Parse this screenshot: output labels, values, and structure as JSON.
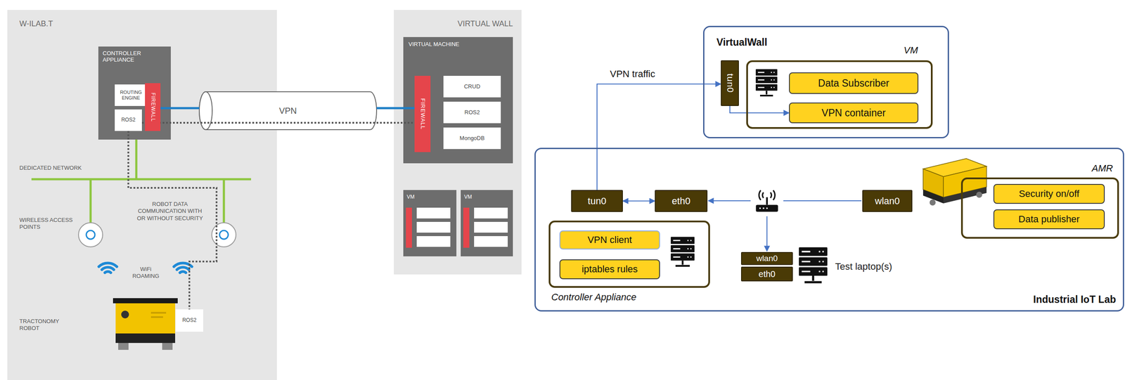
{
  "diagram": {
    "nodes": [
      {
        "text": [
          "W-ILAB.T"
        ]
      },
      {
        "text": [
          "CONTROLLER APPLIANCE"
        ],
        "in": 0
      },
      {
        "text": [
          "ROUTING ENGINE"
        ],
        "in": 1
      },
      {
        "text": [
          "ROS2"
        ],
        "in": 1
      },
      {
        "text": [
          "FIREWALL"
        ],
        "in": 1
      },
      {
        "text": [
          "ROS2"
        ],
        "in": 0
      },
      {
        "text": [
          "VPN"
        ]
      },
      {
        "text": [
          "VIRTUAL WALL"
        ]
      },
      {
        "text": [
          "VIRTUAL MACHINE"
        ],
        "in": 7
      },
      {
        "text": [
          "FIREWALL"
        ],
        "in": 8
      },
      {
        "text": [
          "CRUD"
        ],
        "in": 8
      },
      {
        "text": [
          "ROS2"
        ],
        "in": 8
      },
      {
        "text": [
          "MongoDB"
        ],
        "in": 8
      },
      {
        "text": [
          "VM"
        ],
        "in": 7
      },
      {
        "text": [
          "VM"
        ],
        "in": 7
      },
      {
        "text": [
          "VirtualWall"
        ]
      },
      {
        "text": [
          "VM"
        ],
        "in": 15
      },
      {
        "text": [
          "tun0"
        ],
        "in": 15
      },
      {
        "text": [
          "Data Subscriber"
        ],
        "in": 16
      },
      {
        "text": [
          "VPN container"
        ],
        "in": 16
      },
      {
        "text": [
          "Industrial IoT Lab"
        ]
      },
      {
        "text": [
          "tun0"
        ],
        "in": 20
      },
      {
        "text": [
          "eth0"
        ],
        "in": 20
      },
      {
        "text": [
          "Controller Appliance"
        ],
        "in": 20
      },
      {
        "text": [
          "VPN client"
        ],
        "in": 23
      },
      {
        "text": [
          "iptables rules"
        ],
        "in": 23
      },
      {
        "text": [
          "wlan0"
        ],
        "in": 20
      },
      {
        "text": [
          "eth0"
        ],
        "in": 20
      },
      {
        "text": [
          "wlan0"
        ],
        "in": 20
      },
      {
        "text": [
          "AMR"
        ],
        "in": 20
      },
      {
        "text": [
          "Security on/off"
        ],
        "in": 29
      },
      {
        "text": [
          "Data publisher"
        ],
        "in": 29
      }
    ],
    "edges": [
      {
        "from": 3,
        "to": 5,
        "arrow": "none"
      },
      {
        "from": 4,
        "to": 6,
        "arrow": "none"
      },
      {
        "from": 6,
        "to": 9,
        "arrow": "none"
      },
      {
        "from": 21,
        "to": 17,
        "label": "VPN traffic",
        "arrow": "to"
      },
      {
        "from": 17,
        "to": 19,
        "arrow": "to"
      },
      {
        "from": 21,
        "to": 22,
        "arrow": "both"
      }
    ],
    "labels": [
      "DEDICATED NETWORK",
      "WIRELESS ACCESS POINTS",
      "ROBOT DATA COMMUNICATION WITH OR WITHOUT SECURITY",
      "WiFi ROAMING",
      "TRACTONOMY ROBOT",
      "Test laptop(s)"
    ]
  }
}
